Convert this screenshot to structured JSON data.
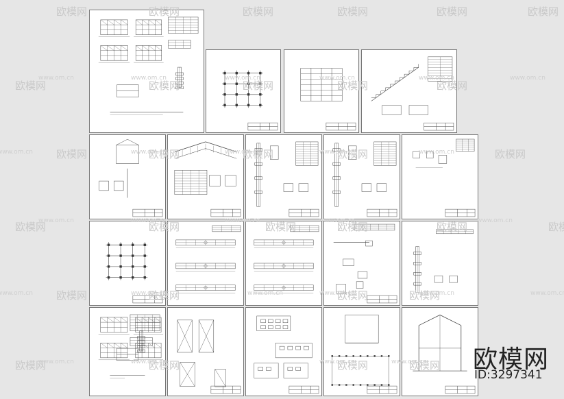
{
  "watermark": {
    "brand": "欧模网",
    "domain": "www.om.cn"
  },
  "brand_logo": "欧模网",
  "asset_id": "ID:3297341"
}
